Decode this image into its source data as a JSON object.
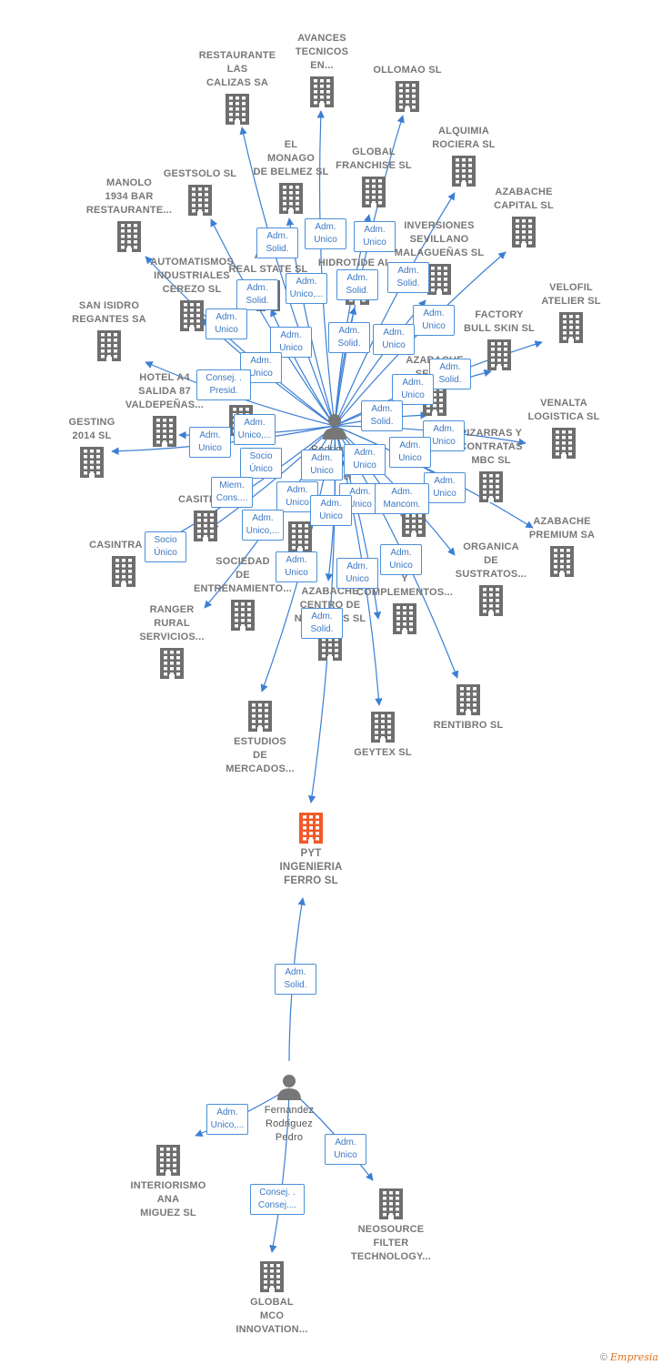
{
  "colors": {
    "edge": "#3b7fd4",
    "building": "#6e6e6e",
    "main_building": "#f05a28",
    "person": "#777777",
    "role_border": "#4a90d9",
    "role_text": "#3b78c4"
  },
  "main_company": {
    "id": "pyt",
    "label": "PYT\nINGENIERIA\nFERRO SL",
    "icon": "building-icon-highlighted"
  },
  "persons": [
    {
      "id": "p1",
      "label": "Rodriguez\nFernandez\nManuel",
      "icon": "person-icon"
    },
    {
      "id": "p2",
      "label": "Fernandez\nRodriguez\nPedro",
      "icon": "person-icon"
    }
  ],
  "companies": [
    {
      "id": "c1",
      "label": "RESTAURANTE\nLAS\nCALIZAS SA"
    },
    {
      "id": "c2",
      "label": "AVANCES\nTECNICOS\nEN..."
    },
    {
      "id": "c3",
      "label": "OLLOMAO SL"
    },
    {
      "id": "c4",
      "label": "ALQUIMIA\nROCIERA SL"
    },
    {
      "id": "c5",
      "label": "EL\nMONAGO\nDE BELMEZ SL"
    },
    {
      "id": "c6",
      "label": "GLOBAL\nFRANCHISE SL"
    },
    {
      "id": "c7",
      "label": "GESTSOLO SL"
    },
    {
      "id": "c8",
      "label": "MANOLO\n1934 BAR\nRESTAURANTE..."
    },
    {
      "id": "c9",
      "label": "AZABACHE\nCAPITAL SL"
    },
    {
      "id": "c10",
      "label": "INVERSIONES\nSEVILLANO\nMALAGUEÑAS SL"
    },
    {
      "id": "c11",
      "label": "AUTOMATISMOS\nINDUSTRIALES\nCEREZO SL"
    },
    {
      "id": "c12",
      "label": "ARTE\nREAL STATE SL"
    },
    {
      "id": "c13",
      "label": "HIDROTIDE AI..."
    },
    {
      "id": "c14",
      "label": "VELOFIL\nATELIER SL"
    },
    {
      "id": "c15",
      "label": "SAN ISIDRO\nREGANTES SA"
    },
    {
      "id": "c16",
      "label": "FACTORY\nBULL SKIN SL"
    },
    {
      "id": "c17",
      "label": "HOTEL A4\nSALIDA 87\nVALDEPEÑAS..."
    },
    {
      "id": "c18",
      "label": "AZABACHE\nSEVIL..."
    },
    {
      "id": "c19",
      "label": "VENALTA\nLOGISTICA SL"
    },
    {
      "id": "c20",
      "label": "GESTING\n2014 SL"
    },
    {
      "id": "c21",
      "label": "PIZARRAS Y\nCONTRATAS\nMBC SL"
    },
    {
      "id": "c22",
      "label": "ALYGES..."
    },
    {
      "id": "c23",
      "label": "CASITRA..."
    },
    {
      "id": "c24",
      "label": "AZABACHE\nPREMIUM SA"
    },
    {
      "id": "c25",
      "label": "CASINTRA SL"
    },
    {
      "id": "c26",
      "label": "ORGANICA\nDE\nSUSTRATOS..."
    },
    {
      "id": "c27",
      "label": "SOCIEDAD\nDE\nENTRENAMIENTO..."
    },
    {
      "id": "c28",
      "label": "...RIOS\nY\nCOMPLEMENTOS..."
    },
    {
      "id": "c29",
      "label": "RANGER\nRURAL\nSERVICIOS..."
    },
    {
      "id": "c30",
      "label": "AZABACHE\nCENTRO DE\nNEGOCIOS SL"
    },
    {
      "id": "c31",
      "label": "ESTUDIOS\nDE\nMERCADOS..."
    },
    {
      "id": "c32",
      "label": "GEYTEX SL"
    },
    {
      "id": "c33",
      "label": "RENTIBRO SL"
    },
    {
      "id": "c34",
      "label": "INTERIORISMO\nANA\nMIGUEZ SL"
    },
    {
      "id": "c35",
      "label": "NEOSOURCE\nFILTER\nTECHNOLOGY..."
    },
    {
      "id": "c36",
      "label": "GLOBAL\nMCO\nINNOVATION..."
    },
    {
      "id": "c37",
      "label": ""
    },
    {
      "id": "c38",
      "label": ""
    }
  ],
  "roles": [
    {
      "id": "r1",
      "label": "Adm.\nSolid."
    },
    {
      "id": "r2",
      "label": "Adm.\nUnico"
    },
    {
      "id": "r3",
      "label": "Adm.\nUnico"
    },
    {
      "id": "r4",
      "label": "Adm.\nSolid."
    },
    {
      "id": "r5",
      "label": "Adm.\nUnico,..."
    },
    {
      "id": "r6",
      "label": "Adm.\nSolid."
    },
    {
      "id": "r7",
      "label": "Adm.\nSolid."
    },
    {
      "id": "r8",
      "label": "Adm.\nUnico"
    },
    {
      "id": "r9",
      "label": "Adm.\nUnico"
    },
    {
      "id": "r10",
      "label": "Adm.\nUnico"
    },
    {
      "id": "r11",
      "label": "Adm.\nSolid."
    },
    {
      "id": "r12",
      "label": "Adm.\nUnico"
    },
    {
      "id": "r13",
      "label": "Adm.\nUnico"
    },
    {
      "id": "r14",
      "label": "Consej. .\nPresid."
    },
    {
      "id": "r15",
      "label": "Adm.\nSolid."
    },
    {
      "id": "r16",
      "label": "Adm.\nUnico"
    },
    {
      "id": "r17",
      "label": "Adm.\nSolid."
    },
    {
      "id": "r18",
      "label": "Adm.\nUnico,..."
    },
    {
      "id": "r19",
      "label": "Adm.\nUnico"
    },
    {
      "id": "r20",
      "label": "Adm.\nUnico"
    },
    {
      "id": "r21",
      "label": "Adm.\nUnico"
    },
    {
      "id": "r22",
      "label": "Socio\nÚnico"
    },
    {
      "id": "r23",
      "label": "Adm.\nUnico"
    },
    {
      "id": "r24",
      "label": "Adm.\nUnico"
    },
    {
      "id": "r25",
      "label": "Adm.\nUnico"
    },
    {
      "id": "r26",
      "label": "Miem.\nCons...."
    },
    {
      "id": "r27",
      "label": "Adm.\nUnico"
    },
    {
      "id": "r28",
      "label": "Adm.\nUnico"
    },
    {
      "id": "r29",
      "label": "Adm.\nUnico"
    },
    {
      "id": "r30",
      "label": "Adm.\nMancom."
    },
    {
      "id": "r31",
      "label": "Adm.\nUnico,..."
    },
    {
      "id": "r32",
      "label": "Socio\nÚnico"
    },
    {
      "id": "r33",
      "label": "Adm.\nUnico"
    },
    {
      "id": "r34",
      "label": "Adm.\nUnico"
    },
    {
      "id": "r35",
      "label": "Adm.\nUnico"
    },
    {
      "id": "r36",
      "label": "Adm.\nSolid."
    },
    {
      "id": "r37",
      "label": "Adm.\nSolid."
    },
    {
      "id": "r38",
      "label": "Adm.\nUnico,..."
    },
    {
      "id": "r39",
      "label": "Adm.\nUnico"
    },
    {
      "id": "r40",
      "label": "Consej. .\nConsej...."
    }
  ],
  "footer": {
    "copyright": "©",
    "brand": "Empresia"
  }
}
